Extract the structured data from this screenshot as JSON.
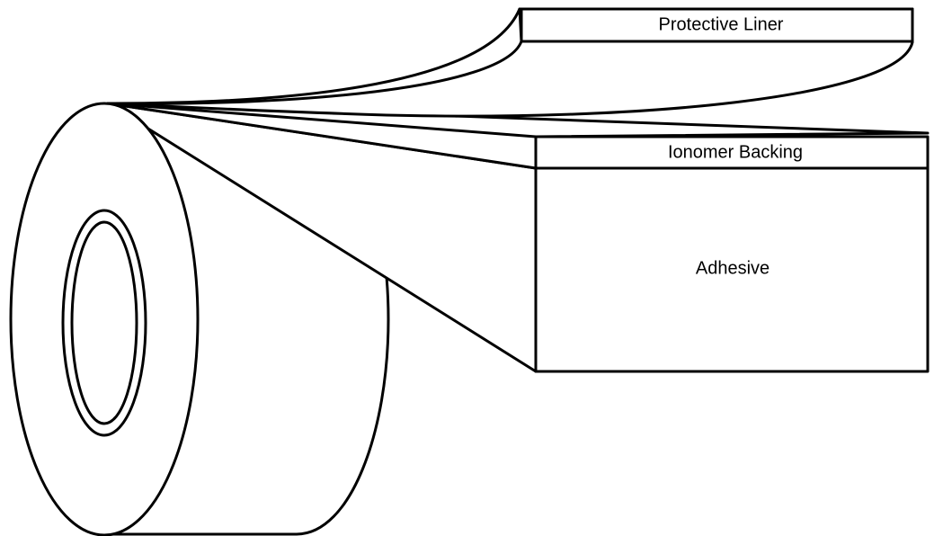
{
  "layers": {
    "protective_liner": "Protective Liner",
    "ionomer_backing": "Ionomer Backing",
    "adhesive": "Adhesive"
  },
  "colors": {
    "stroke": "#000000",
    "fill": "#ffffff"
  }
}
